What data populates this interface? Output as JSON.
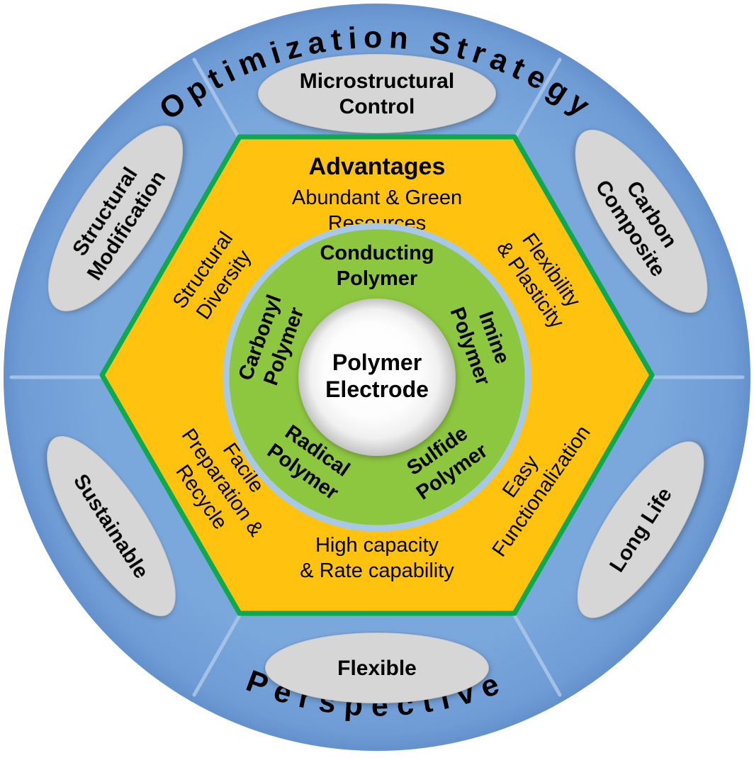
{
  "colors": {
    "ring_blue": "#79A6DB",
    "rim_blue": "#6591CD",
    "ellipse_gray": "#D6D6D6",
    "hex_yellow": "#FFC20E",
    "hex_green_border": "#0CA94E",
    "inner_green": "#8DC63F",
    "inner_ring_blue": "#A8C8E8",
    "text_black": "#000000"
  },
  "outer": {
    "top_curved_label": "Optimization Strategy",
    "bottom_curved_label": "Perspective",
    "ellipses": {
      "top": {
        "line1": "Microstructural",
        "line2": "Control"
      },
      "top_right": {
        "line1": "Carbon",
        "line2": "Composite"
      },
      "top_left": {
        "line1": "Structural",
        "line2": "Modification"
      },
      "bottom_left": {
        "line1": "Sustainable"
      },
      "bottom_right": {
        "line1": "Long Life"
      },
      "bottom": {
        "line1": "Flexible"
      }
    }
  },
  "hexagon": {
    "title": "Advantages",
    "top": {
      "line1": "Abundant & Green",
      "line2": "Resources"
    },
    "upper_left": {
      "line1": "Structural",
      "line2": "Diversity"
    },
    "upper_right": {
      "line1": "Flexibility",
      "line2": "& Plasticity"
    },
    "lower_left": {
      "line1": "Facile",
      "line2": "Preparation &",
      "line3": "Recycle"
    },
    "lower_right": {
      "line1": "Easy",
      "line2": "Functionalization"
    },
    "bottom": {
      "line1": "High capacity",
      "line2": "& Rate capability"
    }
  },
  "inner_circle": {
    "top": {
      "line1": "Conducting",
      "line2": "Polymer"
    },
    "left": {
      "line1": "Carbonyl",
      "line2": "Polymer"
    },
    "right": {
      "line1": "Imine",
      "line2": "Polymer"
    },
    "bottom_left": {
      "line1": "Radical",
      "line2": "Polymer"
    },
    "bottom_right": {
      "line1": "Sulfide",
      "line2": "Polymer"
    }
  },
  "center": {
    "line1": "Polymer",
    "line2": "Electrode"
  }
}
